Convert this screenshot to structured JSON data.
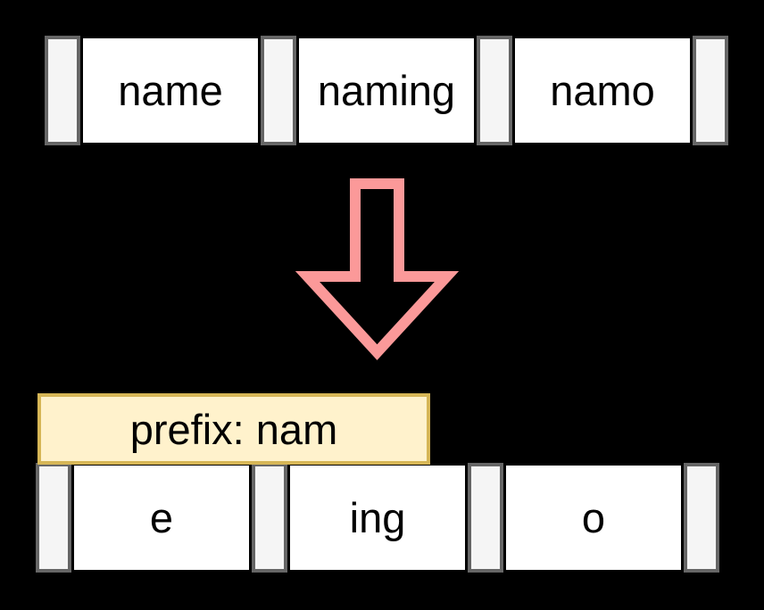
{
  "colors": {
    "background": "#000000",
    "cell_fill": "#ffffff",
    "cell_text": "#000000",
    "separator_fill": "#f5f5f5",
    "separator_border": "#666666",
    "arrow_stroke": "#fb9999",
    "prefix_fill": "#fff2cc",
    "prefix_border": "#d6b656",
    "prefix_text": "#000000"
  },
  "top_row": {
    "cells": [
      {
        "label": "name"
      },
      {
        "label": "naming"
      },
      {
        "label": "namo"
      }
    ]
  },
  "arrow": {
    "icon": "down-arrow-icon"
  },
  "prefix_box": {
    "label": "prefix: nam"
  },
  "bottom_row": {
    "cells": [
      {
        "label": "e"
      },
      {
        "label": "ing"
      },
      {
        "label": "o"
      }
    ]
  }
}
